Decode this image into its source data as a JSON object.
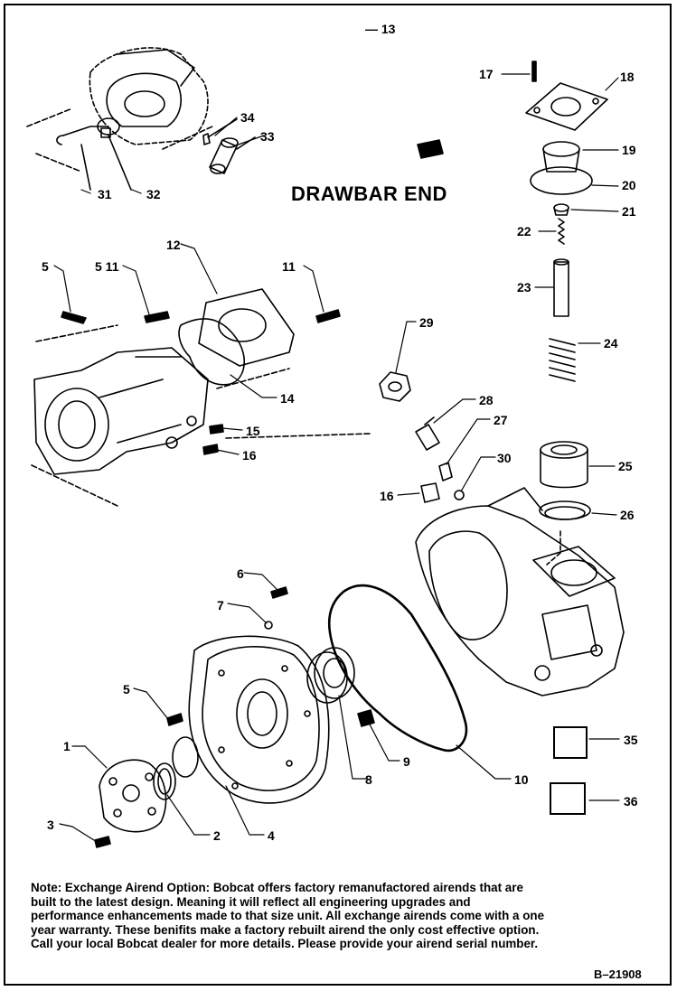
{
  "header": {
    "title": "DRAWBAR END"
  },
  "callouts": [
    {
      "id": "c13",
      "text": "— 13"
    },
    {
      "id": "c17",
      "text": "17"
    },
    {
      "id": "c18",
      "text": "18"
    },
    {
      "id": "c19",
      "text": "19"
    },
    {
      "id": "c20",
      "text": "20"
    },
    {
      "id": "c21",
      "text": "21"
    },
    {
      "id": "c22",
      "text": "22"
    },
    {
      "id": "c23",
      "text": "23"
    },
    {
      "id": "c24",
      "text": "24"
    },
    {
      "id": "c25",
      "text": "25"
    },
    {
      "id": "c26",
      "text": "26"
    },
    {
      "id": "c34",
      "text": "34"
    },
    {
      "id": "c33",
      "text": "33"
    },
    {
      "id": "c31",
      "text": "31"
    },
    {
      "id": "c32",
      "text": "32"
    },
    {
      "id": "c12",
      "text": "12"
    },
    {
      "id": "c5a",
      "text": "5"
    },
    {
      "id": "c511",
      "text": "5 11"
    },
    {
      "id": "c11",
      "text": "11"
    },
    {
      "id": "c14",
      "text": "14"
    },
    {
      "id": "c15",
      "text": "15"
    },
    {
      "id": "c16a",
      "text": "16"
    },
    {
      "id": "c29",
      "text": "29"
    },
    {
      "id": "c28",
      "text": "28"
    },
    {
      "id": "c27",
      "text": "27"
    },
    {
      "id": "c30",
      "text": "30"
    },
    {
      "id": "c16b",
      "text": "16"
    },
    {
      "id": "c6",
      "text": "6"
    },
    {
      "id": "c7",
      "text": "7"
    },
    {
      "id": "c5b",
      "text": "5"
    },
    {
      "id": "c1",
      "text": "1"
    },
    {
      "id": "c2",
      "text": "2"
    },
    {
      "id": "c3",
      "text": "3"
    },
    {
      "id": "c4",
      "text": "4"
    },
    {
      "id": "c8",
      "text": "8"
    },
    {
      "id": "c9",
      "text": "9"
    },
    {
      "id": "c10",
      "text": "10"
    },
    {
      "id": "c35",
      "text": "35"
    },
    {
      "id": "c36",
      "text": "36"
    }
  ],
  "note": {
    "lines": [
      "Note: Exchange Airend Option: Bobcat offers factory remanufactored airends that are",
      "built  to the latest design. Meaning it will reflect all engineering upgrades and",
      "performance enhancements made to that size unit. All exchange airends come with a one",
      "year warranty. These benifits make a factory rebuilt airend the only cost effective option.",
      "Call your local Bobcat dealer for more details. Please provide your airend serial number."
    ]
  },
  "figure_ref": "B–21908"
}
